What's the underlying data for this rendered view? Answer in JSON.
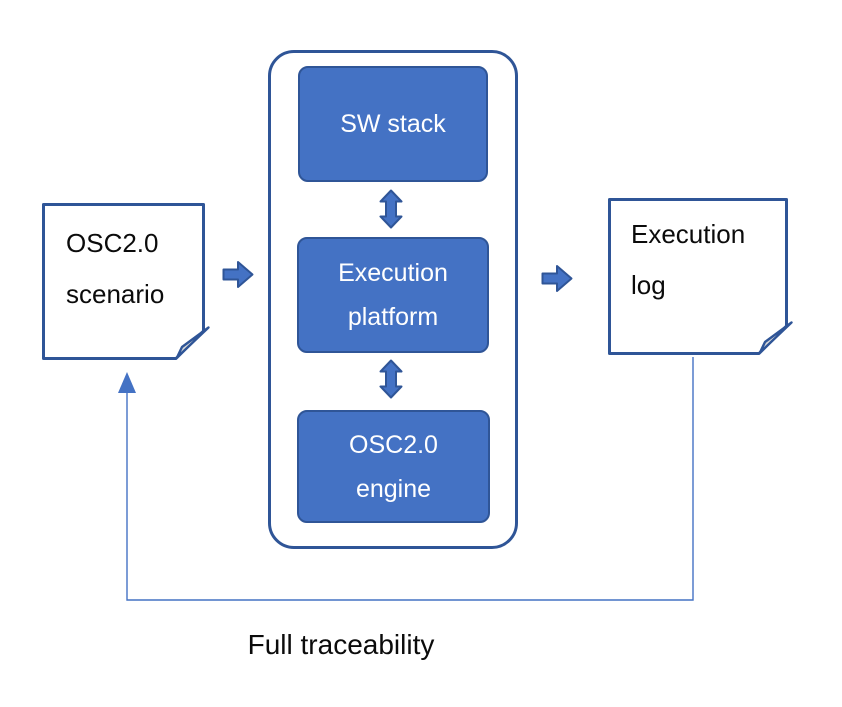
{
  "colors": {
    "background": "#FFFFFF",
    "box_fill": "#4472C4",
    "box_border": "#2F5597",
    "doc_border": "#2F5597",
    "connector": "#4472C4",
    "fold_fill": "#D9D9D9",
    "text_dark": "#0B0B0B",
    "text_light": "#FFFFFF"
  },
  "nodes": {
    "scenario_doc": {
      "lines": [
        "OSC2.0",
        "scenario"
      ]
    },
    "sw_stack": {
      "label": "SW stack"
    },
    "execution_platform": {
      "lines": [
        "Execution",
        "platform"
      ]
    },
    "osc_engine": {
      "lines": [
        "OSC2.0",
        "engine"
      ]
    },
    "execution_log": {
      "lines": [
        "Execution",
        "log"
      ]
    }
  },
  "caption": {
    "label": "Full traceability"
  },
  "icons": {
    "flow_arrow_input": "block-arrow-right",
    "flow_arrow_output": "block-arrow-right",
    "link_stack_platform": "vertical-double-arrow",
    "link_platform_engine": "vertical-double-arrow",
    "feedback_arrowhead": "triangle-up"
  }
}
